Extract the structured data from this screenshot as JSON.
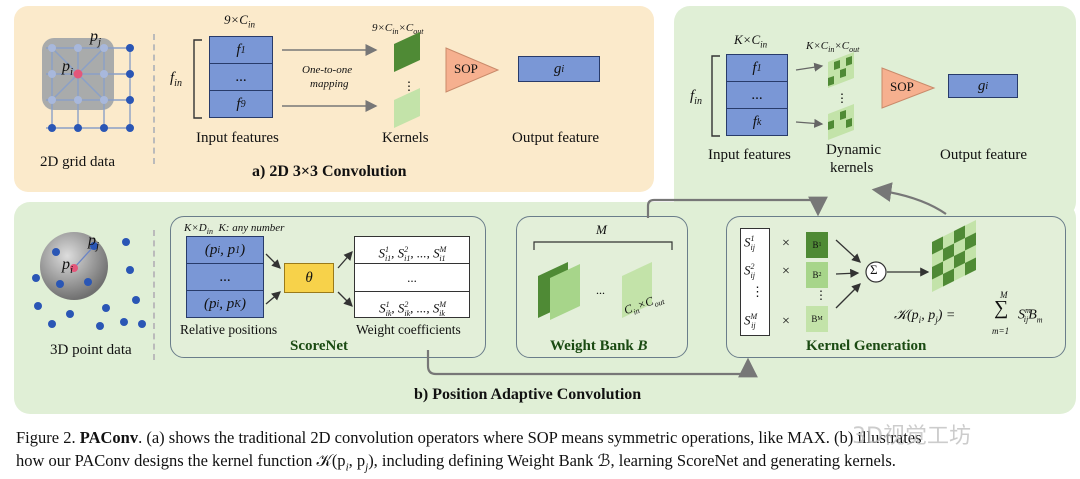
{
  "panel_a": {
    "grid_label": "2D grid data",
    "pj": "p",
    "pj_sub": "j",
    "pi": "p",
    "pi_sub": "i",
    "dim_top": "9×C",
    "dim_top_sub": "in",
    "fin": "f",
    "fin_sub": "in",
    "f1": "f",
    "f1_sub": "1",
    "dots": "...",
    "f9": "f",
    "f9_sub": "9",
    "arrow_text_1": "One-to-one",
    "arrow_text_2": "mapping",
    "kernel_dim": "9×C",
    "kernel_dim_sub1": "in",
    "kernel_dim_mid": "×C",
    "kernel_dim_sub2": "out",
    "sop": "SOP",
    "gi": "g",
    "gi_sub": "i",
    "input_features": "Input features",
    "kernels": "Kernels",
    "output_feature": "Output feature",
    "title": "a) 2D 3×3 Convolution"
  },
  "panel_dyn": {
    "dim_top": "K×C",
    "dim_top_sub": "in",
    "kernel_dim": "K×C",
    "kernel_dim_sub1": "in",
    "kernel_dim_mid": "×C",
    "kernel_dim_sub2": "out",
    "fin": "f",
    "fin_sub": "in",
    "f1": "f",
    "f1_sub": "1",
    "dots": "...",
    "fk": "f",
    "fk_sub": "k",
    "sop": "SOP",
    "gi": "g",
    "gi_sub": "i",
    "input_features": "Input features",
    "dynamic_kernels_1": "Dynamic",
    "dynamic_kernels_2": "kernels",
    "output_feature": "Output feature"
  },
  "panel_b": {
    "point_label": "3D point data",
    "pj": "p",
    "pj_sub": "j",
    "pi": "p",
    "pi_sub": "i",
    "scorenet_dim": "K×D",
    "scorenet_dim_sub": "in",
    "scorenet_dim_note": "K: any number",
    "rel1": "(p",
    "rel1_s1": "i",
    "rel1_m": ", p",
    "rel1_s2": "1",
    "rel_dots": "...",
    "relk": "(p",
    "relk_s1": "i",
    "relk_m": ", p",
    "relk_s2": "K",
    "theta": "θ",
    "s_row1": "S",
    "s_row1_sup_a": "1",
    "s_row1_sub_a": "i1",
    "s_row1_sup_b": "2",
    "s_row1_sub_b": "i1",
    "s_row1_sup_c": "M",
    "s_row1_sub_c": "i1",
    "s_dots": "...",
    "s_rowk_sub_a": "ik",
    "s_rowk_sub_b": "ik",
    "s_rowk_sub_c": "ik",
    "ellipsis": ", ..., ",
    "relative_positions": "Relative positions",
    "weight_coefficients": "Weight coefficients",
    "scorenet": "ScoreNet",
    "wb_m": "M",
    "wb_dots": "...",
    "wb_cin": "C",
    "wb_cin_sub": "in",
    "wb_cout_mid": "×C",
    "wb_cout_sub": "out",
    "weight_bank": "Weight Bank ",
    "weight_bank_sym": "B",
    "sij": "S",
    "sij_sub": "ij",
    "sup1": "1",
    "sup2": "2",
    "supM": "M",
    "times": "×",
    "vdots": "⋮",
    "b1": "B",
    "b1_sub": "1",
    "b2": "B",
    "b2_sub": "2",
    "bm": "B",
    "bm_sub": "M",
    "sigma": "Σ",
    "kgen_formula_lhs": "𝒦(p",
    "kgen_formula_i": "i",
    "kgen_formula_mid": ", p",
    "kgen_formula_j": "j",
    "kgen_formula_eq": ") = ",
    "sum_top": "M",
    "sum_bot": "m=1",
    "sum_sym": "∑",
    "sum_term": "S",
    "sum_term_sup": "m",
    "sum_term_sub": "ij",
    "sum_term_b": "B",
    "sum_term_bsub": "m",
    "kernel_generation": "Kernel Generation",
    "title": "b) Position Adaptive Convolution"
  },
  "caption": {
    "prefix": "Figure 2. ",
    "name": "PAConv",
    "line1": ". (a) shows the traditional 2D convolution operators where SOP means symmetric operations, like MAX. (b) illustrates",
    "line2": "how our PAConv designs the kernel function 𝒦(p",
    "line2_i": "i",
    "line2_m": ", p",
    "line2_j": "j",
    "line2_rest": "), including defining Weight Bank ℬ, learning ScoreNet and generating kernels."
  },
  "watermark": "3D视觉工坊",
  "colors": {
    "panel_a_bg": "#fbeacb",
    "panel_b_bg": "#e0efd6",
    "feature_blue": "#7a97d6",
    "sop_orange": "#f6b08f",
    "theta_yellow": "#f7d24a",
    "kernel_dark_green": "#4f8a35",
    "kernel_light_green": "#c3e3a9"
  }
}
